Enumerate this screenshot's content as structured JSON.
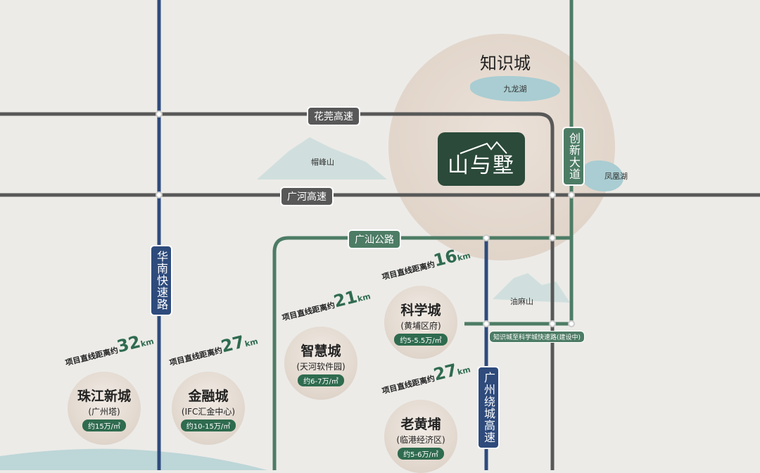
{
  "colors": {
    "blue_road": "#2e4b7c",
    "green_road": "#4d7c65",
    "gray_road": "#585858",
    "logo": "#2b4a3a"
  },
  "places": {
    "knowledge_city": "知识城",
    "jiulong_lake": "九龙湖",
    "fenghuang_lake": "凤凰湖",
    "maofeng_mountain": "帽峰山",
    "youma_mountain": "油麻山"
  },
  "roads": {
    "huaguan": "花莞高速",
    "guanghe": "广河高速",
    "guangshan": "广汕公路",
    "chuangxin": "创新大道",
    "huanan": "华南快速路",
    "raocheng": "广州绕城高速",
    "expressway": "知识城至科学城快速路(建设中)"
  },
  "logo": {
    "text": "山与墅"
  },
  "bubbles": [
    {
      "dist_prefix": "项目直线距离约",
      "dist": "32",
      "unit": "km",
      "name": "珠江新城",
      "sub": "(广州塔)",
      "price": "约15万/㎡"
    },
    {
      "dist_prefix": "项目直线距离约",
      "dist": "27",
      "unit": "km",
      "name": "金融城",
      "sub": "(IFC汇金中心)",
      "price": "约10-15万/㎡"
    },
    {
      "dist_prefix": "项目直线距离约",
      "dist": "21",
      "unit": "km",
      "name": "智慧城",
      "sub": "(天河软件园)",
      "price": "约6-7万/㎡"
    },
    {
      "dist_prefix": "项目直线距离约",
      "dist": "16",
      "unit": "km",
      "name": "科学城",
      "sub": "(黄埔区府)",
      "price": "约5-5.5万/㎡"
    },
    {
      "dist_prefix": "项目直线距离约",
      "dist": "27",
      "unit": "km",
      "name": "老黄埔",
      "sub": "(临港经济区)",
      "price": "约5-6万/㎡"
    }
  ]
}
